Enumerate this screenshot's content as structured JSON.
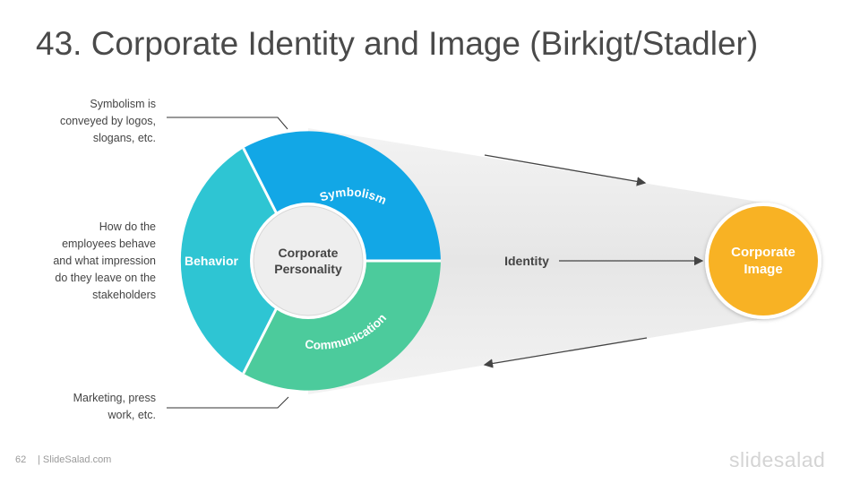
{
  "title": "43. Corporate Identity and Image (Birkigt/Stadler)",
  "segments": {
    "symbolism": "Symbolism",
    "behavior": "Behavior",
    "communication": "Communication"
  },
  "center": {
    "line1": "Corporate",
    "line2": "Personality"
  },
  "image": {
    "line1": "Corporate",
    "line2": "Image"
  },
  "identity_label": "Identity",
  "notes": {
    "symbolism": [
      "Symbolism is",
      "conveyed by logos,",
      "slogans, etc."
    ],
    "behavior": [
      "How do the",
      "employees behave",
      "and what impression",
      "do they leave on the",
      "stakeholders"
    ],
    "communication": [
      "Marketing, press",
      "work, etc."
    ]
  },
  "footer": {
    "page": "62",
    "site": "| SlideSalad.com",
    "brand": "slidesalad"
  },
  "colors": {
    "symbolism": "#12A7E6",
    "behavior": "#2EC5D3",
    "communication": "#4CCB9C",
    "image": "#F8B224",
    "funnel": "#EBEBEB"
  }
}
